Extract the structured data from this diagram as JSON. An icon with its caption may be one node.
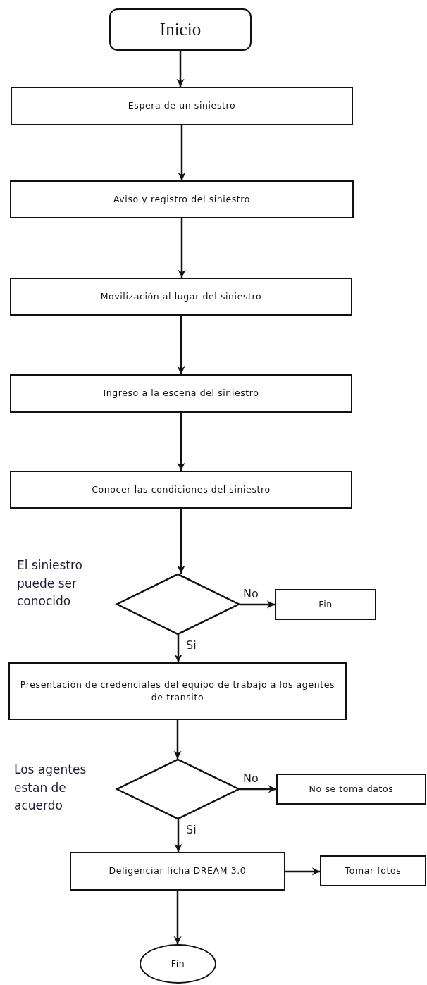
{
  "diagram": {
    "nodes": [
      {
        "text": [
          "Inicio"
        ]
      },
      {
        "text": [
          "Espera de un siniestro"
        ]
      },
      {
        "text": [
          "Aviso y registro del siniestro"
        ]
      },
      {
        "text": [
          "Movilización al lugar del siniestro"
        ]
      },
      {
        "text": [
          "Ingreso a la escena del siniestro"
        ]
      },
      {
        "text": [
          "Conocer las condiciones del siniestro"
        ]
      },
      {
        "text": [],
        "shape": "diamond",
        "beside": [
          "El siniestro puede ser conocido"
        ]
      },
      {
        "text": [
          "Fin"
        ]
      },
      {
        "text": [
          "Presentación de credenciales del equipo de trabajo a los agentes de transito"
        ]
      },
      {
        "text": [],
        "shape": "diamond",
        "beside": [
          "Los agentes estan de acuerdo"
        ]
      },
      {
        "text": [
          "No se toma datos"
        ]
      },
      {
        "text": [
          "Deligenciar ficha DREAM 3.0"
        ]
      },
      {
        "text": [
          "Tomar fotos"
        ]
      },
      {
        "text": [
          "Fin"
        ]
      }
    ],
    "edges": [
      {
        "from": 0,
        "to": 1,
        "arrow": "to"
      },
      {
        "from": 1,
        "to": 2,
        "arrow": "to"
      },
      {
        "from": 2,
        "to": 3,
        "arrow": "to"
      },
      {
        "from": 3,
        "to": 4,
        "arrow": "to"
      },
      {
        "from": 4,
        "to": 5,
        "arrow": "to"
      },
      {
        "from": 5,
        "to": 6,
        "arrow": "to"
      },
      {
        "from": 6,
        "to": 7,
        "arrow": "to",
        "label": "No"
      },
      {
        "from": 6,
        "to": 8,
        "arrow": "to",
        "label": "Si"
      },
      {
        "from": 8,
        "to": 9,
        "arrow": "to"
      },
      {
        "from": 9,
        "to": 10,
        "arrow": "to",
        "label": "No"
      },
      {
        "from": 9,
        "to": 11,
        "arrow": "to",
        "label": "Si"
      },
      {
        "from": 11,
        "to": 12,
        "arrow": "to"
      },
      {
        "from": 11,
        "to": 13,
        "arrow": "to"
      }
    ]
  }
}
